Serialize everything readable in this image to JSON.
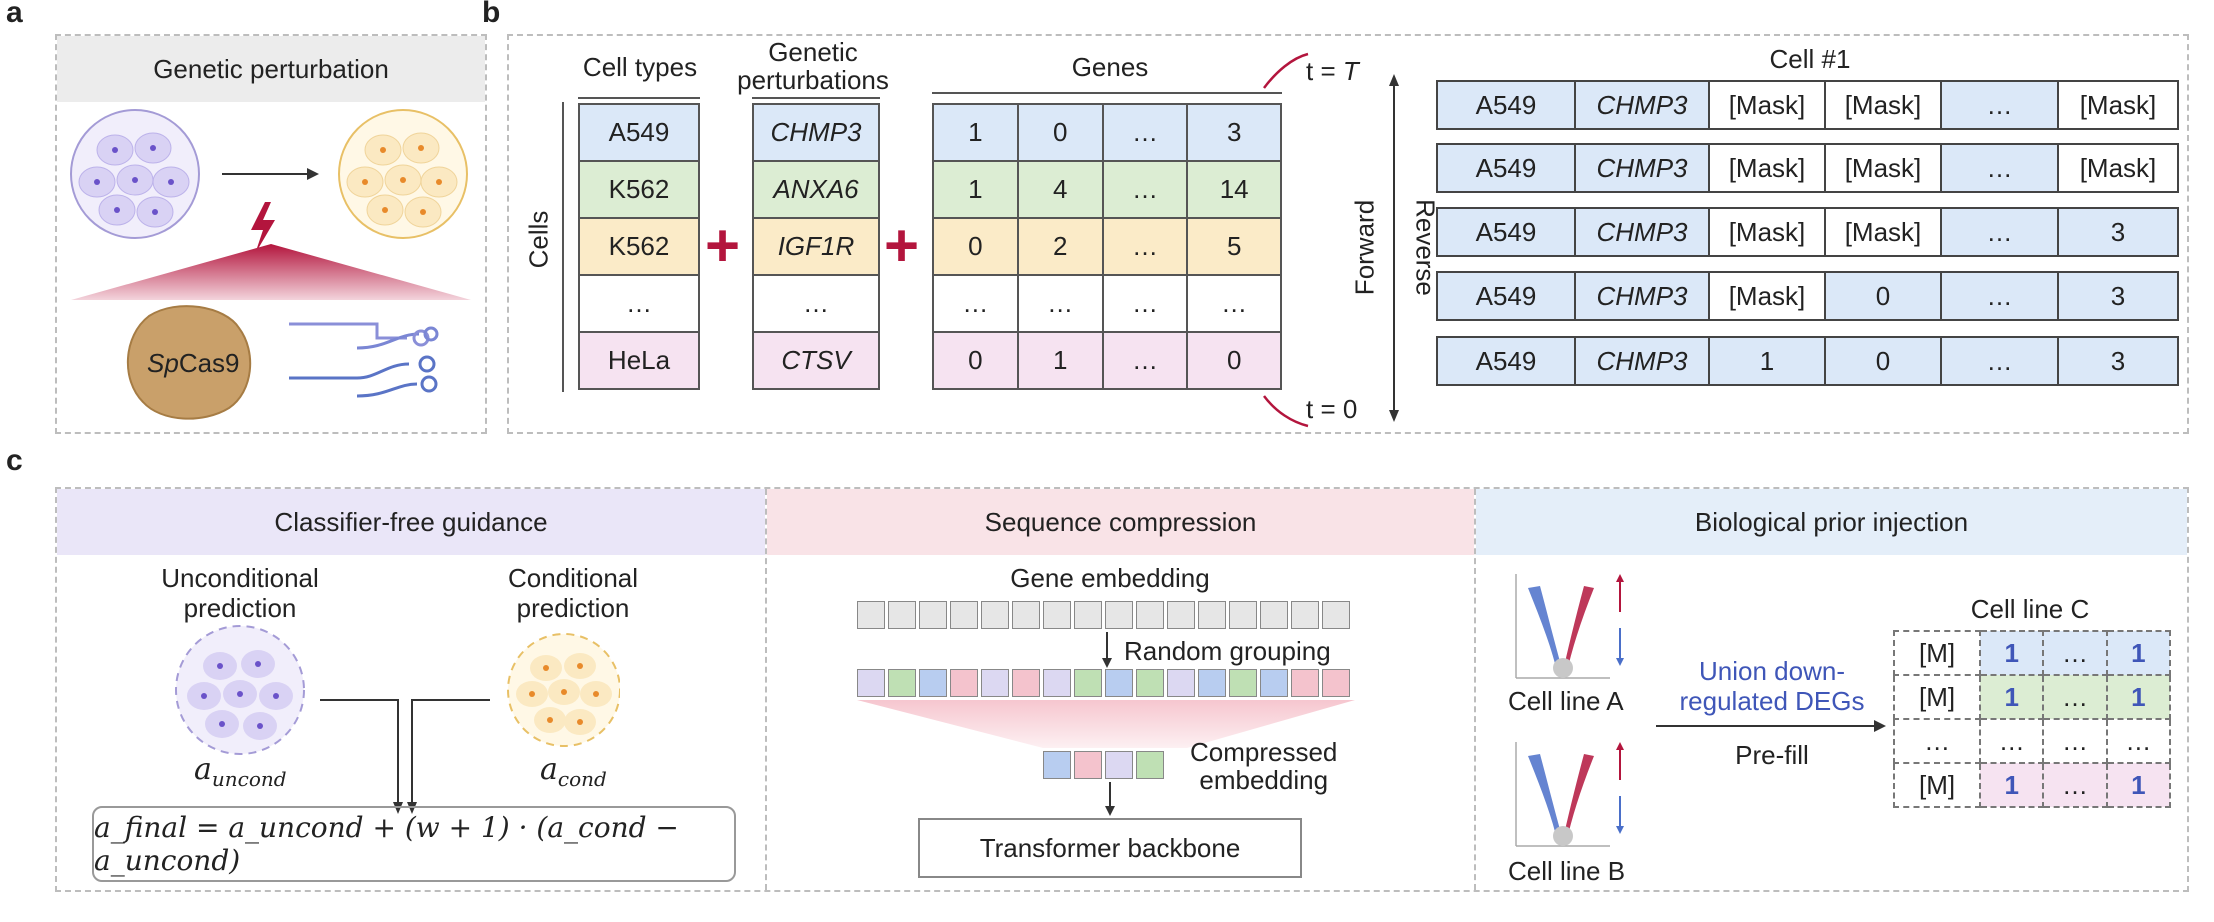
{
  "panel_labels": {
    "a": "a",
    "b": "b",
    "c": "c"
  },
  "panel_a": {
    "title": "Genetic perturbation",
    "cas9_prefix": "Sp",
    "cas9_suffix": "Cas9"
  },
  "panel_b": {
    "headers": {
      "cell_types": "Cell types",
      "perturbations": "Genetic perturbations",
      "genes": "Genes",
      "cells": "Cells"
    },
    "cell_types": [
      "A549",
      "K562",
      "K562",
      "…",
      "HeLa"
    ],
    "perturbations": [
      "CHMP3",
      "ANXA6",
      "IGF1R",
      "…",
      "CTSV"
    ],
    "genes": [
      [
        "1",
        "0",
        "…",
        "3"
      ],
      [
        "1",
        "4",
        "…",
        "14"
      ],
      [
        "0",
        "2",
        "…",
        "5"
      ],
      [
        "…",
        "…",
        "…",
        "…"
      ],
      [
        "0",
        "1",
        "…",
        "0"
      ]
    ],
    "row_colors": [
      "#dbe8f8",
      "#dcedd3",
      "#fbebc8",
      "#ffffff",
      "#f6e3f1"
    ],
    "plus": "+",
    "t_top": "t = ",
    "t_top_var": "T",
    "t_bottom": "t = 0",
    "forward": "Forward",
    "reverse": "Reverse",
    "cell_title": "Cell #1",
    "seq_rows": [
      [
        "A549",
        "CHMP3",
        "[Mask]",
        "[Mask]",
        "…",
        "[Mask]"
      ],
      [
        "A549",
        "CHMP3",
        "[Mask]",
        "[Mask]",
        "…",
        "[Mask]"
      ],
      [
        "A549",
        "CHMP3",
        "[Mask]",
        "[Mask]",
        "…",
        "3"
      ],
      [
        "A549",
        "CHMP3",
        "[Mask]",
        "0",
        "…",
        "3"
      ],
      [
        "A549",
        "CHMP3",
        "1",
        "0",
        "…",
        "3"
      ]
    ]
  },
  "panel_c": {
    "cfg": {
      "title": "Classifier-free guidance",
      "uncond_line1": "Unconditional",
      "uncond_line2": "prediction",
      "cond_line1": "Conditional",
      "cond_line2": "prediction",
      "a_uncond": "a",
      "a_uncond_sub": "uncond",
      "a_cond": "a",
      "a_cond_sub": "cond",
      "formula": "a_final = a_uncond + (w + 1) · (a_cond − a_uncond)"
    },
    "seq": {
      "title": "Sequence compression",
      "gene_embedding": "Gene embedding",
      "random_grouping": "Random grouping",
      "compressed_line1": "Compressed",
      "compressed_line2": "embedding",
      "backbone": "Transformer backbone"
    },
    "bio": {
      "title": "Biological prior injection",
      "cell_line_a": "Cell line A",
      "cell_line_b": "Cell line B",
      "union_line1": "Union down-",
      "union_line2": "regulated DEGs",
      "prefill": "Pre-fill",
      "cell_line_c": "Cell line C",
      "table": [
        [
          "[M]",
          "1",
          "…",
          "1"
        ],
        [
          "[M]",
          "1",
          "…",
          "1"
        ],
        [
          "…",
          "…",
          "…",
          "…"
        ],
        [
          "[M]",
          "1",
          "…",
          "1"
        ]
      ]
    }
  },
  "colors": {
    "accent": "#b3153d",
    "blue_text": "#3f56b8"
  }
}
